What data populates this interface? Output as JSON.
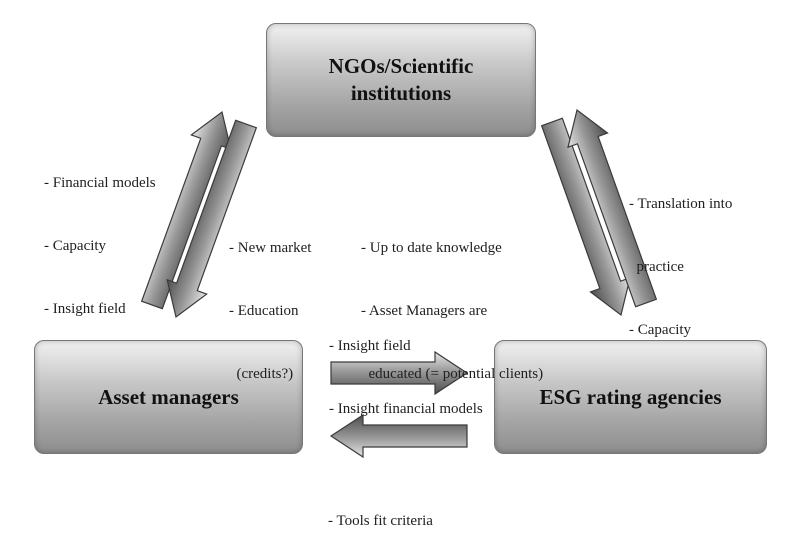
{
  "nodes": {
    "ngo": {
      "title": "NGOs/Scientific\ninstitutions"
    },
    "asset": {
      "title": "Asset managers"
    },
    "esg": {
      "title": "ESG rating agencies"
    }
  },
  "labels": {
    "am_to_ngo": [
      "- Financial models",
      "- Capacity",
      "- Insight field"
    ],
    "ngo_to_am": [
      "- New market",
      "- Education",
      "  (credits?)"
    ],
    "ngo_to_esg": [
      "- Up to date knowledge",
      "- Asset Managers are",
      "  educated (= potential clients)"
    ],
    "esg_to_ngo": [
      "- Translation into",
      "  practice",
      "- Capacity"
    ],
    "am_to_esg": [
      "- Insight field",
      "- Insight financial models"
    ],
    "esg_to_am": [
      "- Tools fit criteria"
    ]
  },
  "colors": {
    "arrow_light": "#e6e6e6",
    "arrow_mid": "#9a9a9a",
    "arrow_dark": "#4d4d4d",
    "arrow_stroke": "#3a3a3a"
  }
}
